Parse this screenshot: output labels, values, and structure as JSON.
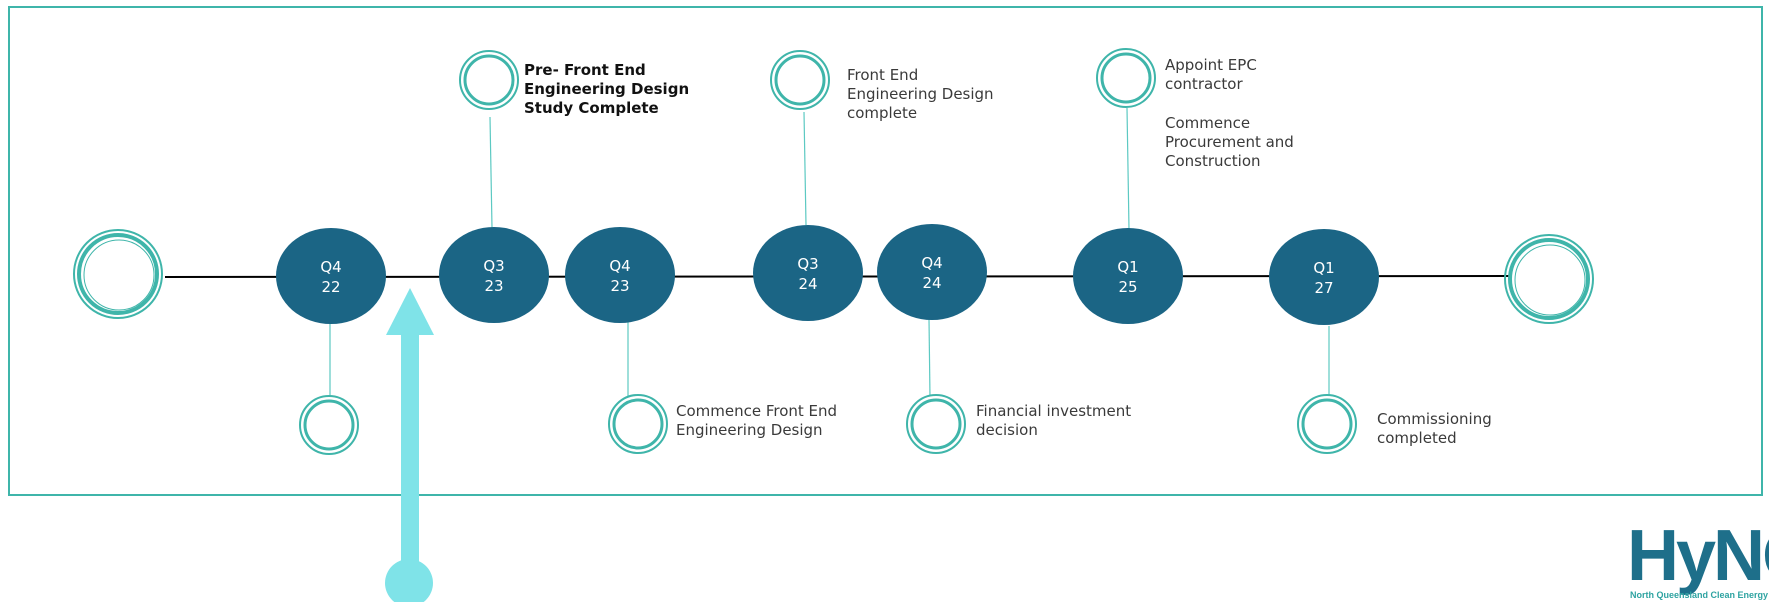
{
  "timeline": {
    "nodes": [
      {
        "id": "q4-22",
        "label": "Q4\n22"
      },
      {
        "id": "q3-23",
        "label": "Q3\n23"
      },
      {
        "id": "q4-23",
        "label": "Q4\n23"
      },
      {
        "id": "q3-24",
        "label": "Q3\n24"
      },
      {
        "id": "q4-24",
        "label": "Q4\n24"
      },
      {
        "id": "q1-25",
        "label": "Q1\n25"
      },
      {
        "id": "q1-27",
        "label": "Q1\n27"
      }
    ],
    "milestones": {
      "pre_feed": "Pre- Front End\nEngineering Design\nStudy Complete",
      "feed_complete": "Front End\nEngineering Design\ncomplete",
      "appoint_epc": "Appoint EPC\ncontractor",
      "commence_procurement": "Commence\nProcurement and\nConstruction",
      "commence_feed": "Commence Front End\nEngineering Design",
      "fid": "Financial investment\ndecision",
      "commissioning": "Commissioning\ncompleted"
    }
  },
  "logo": {
    "text": "HyNQ",
    "tagline": "North Queensland Clean Energy"
  },
  "colors": {
    "frame": "#3fb5aa",
    "node_fill": "#1b6585",
    "ring": "#3fb5aa",
    "arrow": "#7fe3e8",
    "line": "#000000",
    "logo": "#1e6f8a"
  }
}
